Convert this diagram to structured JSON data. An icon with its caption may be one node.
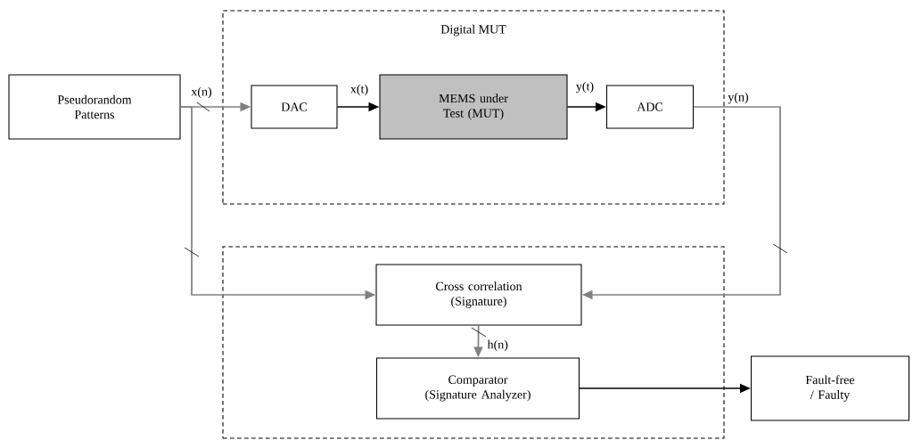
{
  "diagram": {
    "nodes": [
      {
        "text": [
          "Digital MUT"
        ]
      },
      {
        "text": [
          "Pseudorandom Patterns"
        ]
      },
      {
        "text": [
          "DAC"
        ],
        "in": 0
      },
      {
        "text": [
          "MEMS under Test (MUT)"
        ],
        "in": 0
      },
      {
        "text": [
          "ADC"
        ],
        "in": 0
      },
      {
        "text": [],
        "shape": "box"
      },
      {
        "text": [
          "Cross correlation (Signature)"
        ],
        "in": 5
      },
      {
        "text": [
          "Comparator (Signature Analyzer)"
        ],
        "in": 5
      },
      {
        "text": [
          "Fault-free / Faulty"
        ]
      }
    ],
    "edges": [
      {
        "from": 1,
        "to": 2,
        "arrow": "to",
        "label": "x(n)",
        "color": "#808080"
      },
      {
        "from": 1,
        "to": 6,
        "arrow": "to",
        "color": "#808080"
      },
      {
        "from": 2,
        "to": 3,
        "arrow": "to",
        "label": "x(t)",
        "color": "#000000"
      },
      {
        "from": 3,
        "to": 4,
        "arrow": "to",
        "label": "y(t)",
        "color": "#000000"
      },
      {
        "from": 4,
        "to": 6,
        "arrow": "to",
        "label": "y(n)",
        "color": "#808080"
      },
      {
        "from": 6,
        "to": 7,
        "arrow": "to",
        "label": "h(n)",
        "color": "#808080"
      },
      {
        "from": 7,
        "to": 8,
        "arrow": "to",
        "color": "#000000"
      }
    ]
  }
}
